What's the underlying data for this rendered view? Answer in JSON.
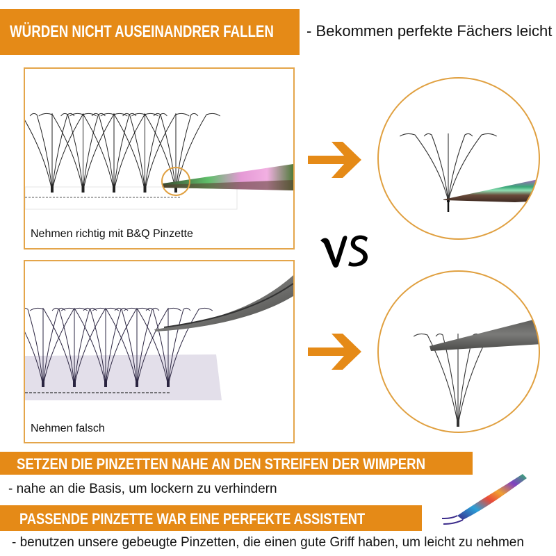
{
  "header": {
    "title": "WÜRDEN NICHT AUSEINANDRER FALLEN",
    "subtitle": "- Bekommen perfekte Fächers leicht"
  },
  "comparison": {
    "correct": {
      "caption": "Nehmen richtig mit B&Q Pinzette",
      "tweezer_style": "rainbow-straight",
      "lash_fans": 5,
      "highlighted_fan": 5
    },
    "incorrect": {
      "caption": "Nehmen falsch",
      "tweezer_style": "silver-straight",
      "lash_fans": 5
    },
    "vs_label": "VS",
    "arrow_icon": "arrow-right-icon"
  },
  "tips": [
    {
      "heading": "SETZEN DIE PINZETTEN NAHE AN DEN STREIFEN DER WIMPERN",
      "text": "- nahe an die Basis, um lockern zu verhindern"
    },
    {
      "heading": "PASSENDE PINZETTE WAR EINE PERFEKTE ASSISTENT",
      "text": "- benutzen unsere gebeugte Pinzetten, die einen gute Griff haben, um leicht zu nehmen"
    }
  ],
  "colors": {
    "accent": "#e58a17",
    "frame_border": "#e4a54a",
    "text": "#111111",
    "band_text": "#ffffff"
  }
}
